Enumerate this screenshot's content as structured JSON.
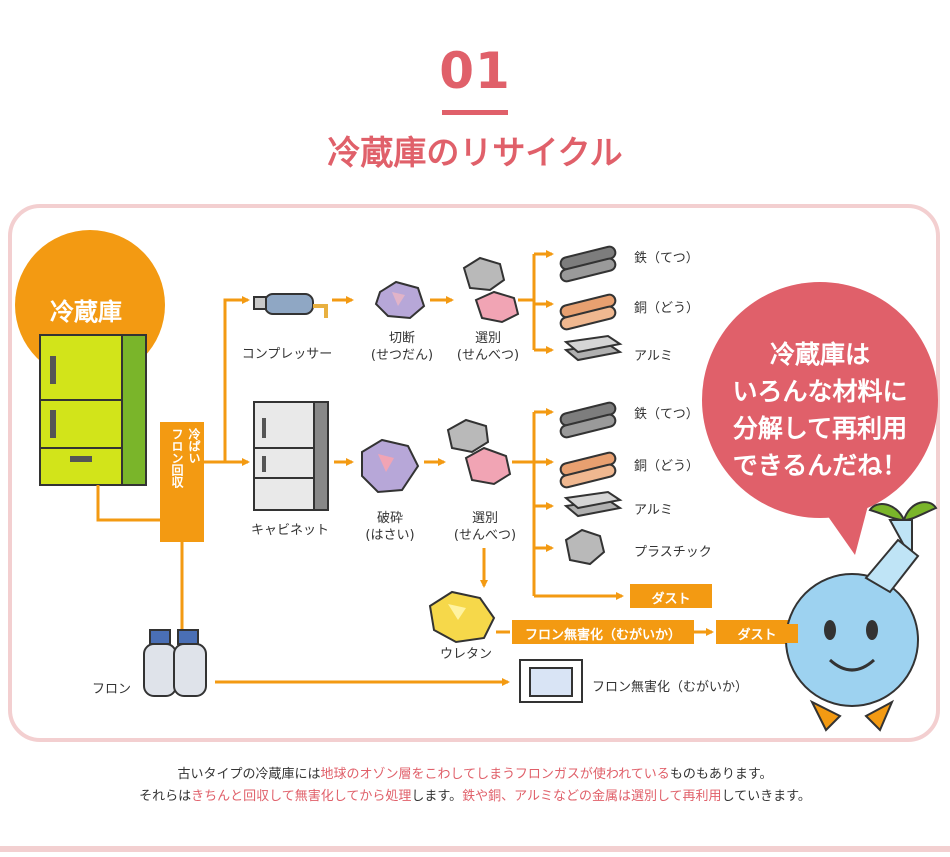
{
  "header": {
    "number": "01",
    "title": "冷蔵庫のリサイクル"
  },
  "fridge_label": "冷蔵庫",
  "vertical_box": [
    "冷ぱい",
    "フロン回収"
  ],
  "upper_flow": {
    "compressor": "コンプレッサー",
    "cut": [
      "切断",
      "(せつだん)"
    ],
    "sort": [
      "選別",
      "(せんべつ)"
    ],
    "outputs": [
      "鉄（てつ）",
      "銅（どう）",
      "アルミ"
    ]
  },
  "lower_flow": {
    "cabinet": "キャビネット",
    "crush": [
      "破砕",
      "(はさい)"
    ],
    "sort": [
      "選別",
      "(せんべつ)"
    ],
    "outputs": [
      "鉄（てつ）",
      "銅（どう）",
      "アルミ",
      "プラスチック"
    ],
    "dust1": "ダスト",
    "urethane": "ウレタン",
    "detox_box": "フロン無害化（むがいか）",
    "dust2": "ダスト"
  },
  "freon": {
    "label": "フロン",
    "detox_label": "フロン無害化（むがいか）"
  },
  "speech_bubble": [
    "冷蔵庫は",
    "いろんな材料に",
    "分解して再利用",
    "できるんだね！"
  ],
  "caption": {
    "line1": [
      {
        "t": "古いタイプの冷蔵庫には",
        "hl": false
      },
      {
        "t": "地球のオゾン層をこわしてしまうフロンガスが使われている",
        "hl": true
      },
      {
        "t": "ものもあります。",
        "hl": false
      }
    ],
    "line2": [
      {
        "t": "それらは",
        "hl": false
      },
      {
        "t": "きちんと回収して無害化してから処理",
        "hl": true
      },
      {
        "t": "します。",
        "hl": false
      },
      {
        "t": "鉄や銅、アルミなどの金属は選別して再利用",
        "hl": true
      },
      {
        "t": "していきます。",
        "hl": false
      }
    ]
  },
  "colors": {
    "accent": "#e0606a",
    "arrow": "#f39a12",
    "panel_border": "#f3cfd0",
    "fridge_body": "#d2e41a",
    "fridge_side": "#7ab52a",
    "bubble": "#e0606a"
  }
}
